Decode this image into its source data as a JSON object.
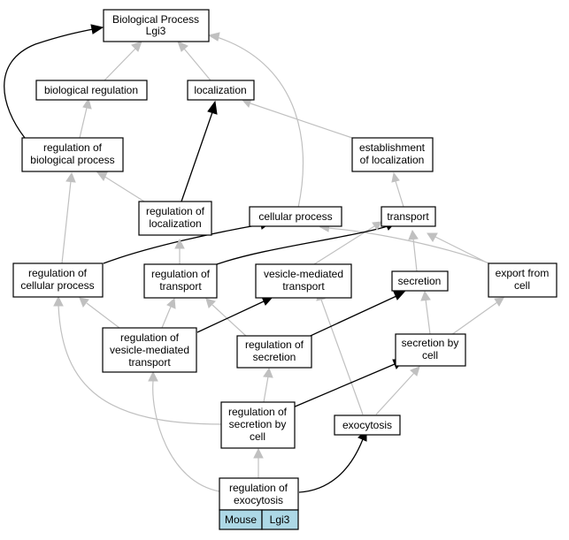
{
  "diagram": {
    "nodes": {
      "bp": [
        "Biological Process",
        "Lgi3"
      ],
      "breg": [
        "biological regulation"
      ],
      "loc": [
        "localization"
      ],
      "rbp": [
        "regulation of",
        "biological process"
      ],
      "estab": [
        "establishment",
        "of localization"
      ],
      "rloc": [
        "regulation of",
        "localization"
      ],
      "cellproc": [
        "cellular process"
      ],
      "transport": [
        "transport"
      ],
      "rcp": [
        "regulation of",
        "cellular process"
      ],
      "rtrans": [
        "regulation of",
        "transport"
      ],
      "vmt": [
        "vesicle-mediated",
        "transport"
      ],
      "secretion": [
        "secretion"
      ],
      "export": [
        "export from",
        "cell"
      ],
      "rvmt": [
        "regulation of",
        "vesicle-mediated",
        "transport"
      ],
      "rsec": [
        "regulation of",
        "secretion"
      ],
      "secbycell": [
        "secretion by",
        "cell"
      ],
      "rsbc": [
        "regulation of",
        "secretion by",
        "cell"
      ],
      "exo": [
        "exocytosis"
      ],
      "rexo": [
        "regulation of",
        "exocytosis"
      ]
    },
    "footer_tags": [
      "Mouse",
      "Lgi3"
    ]
  }
}
